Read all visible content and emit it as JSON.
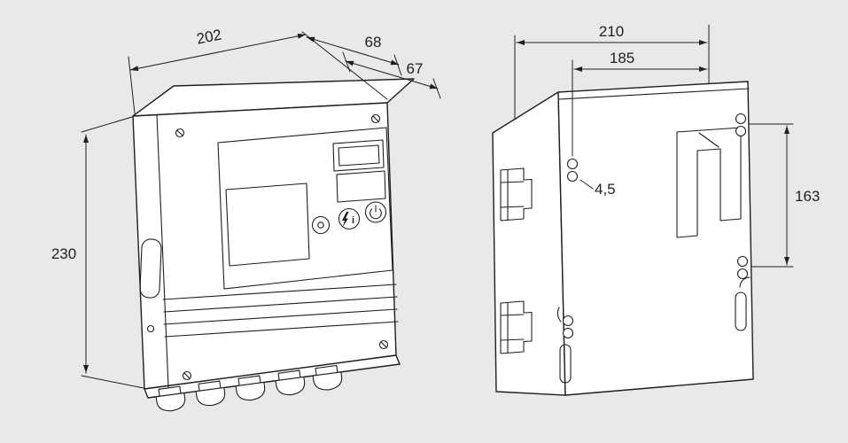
{
  "drawing": {
    "background": "#e9e9e9",
    "line_color": "#1f1f1f",
    "description": "dimension-drawing-control-unit-front-and-rear-views"
  },
  "front_view": {
    "dims": {
      "width": "202",
      "depth_front": "68",
      "depth_rear": "67",
      "height": "230"
    },
    "panel": {
      "info_glyph": "i"
    }
  },
  "rear_view": {
    "dims": {
      "width": "210",
      "hole_spacing_horizontal": "185",
      "hole_diameter": "4,5",
      "hole_spacing_vertical": "163"
    }
  }
}
